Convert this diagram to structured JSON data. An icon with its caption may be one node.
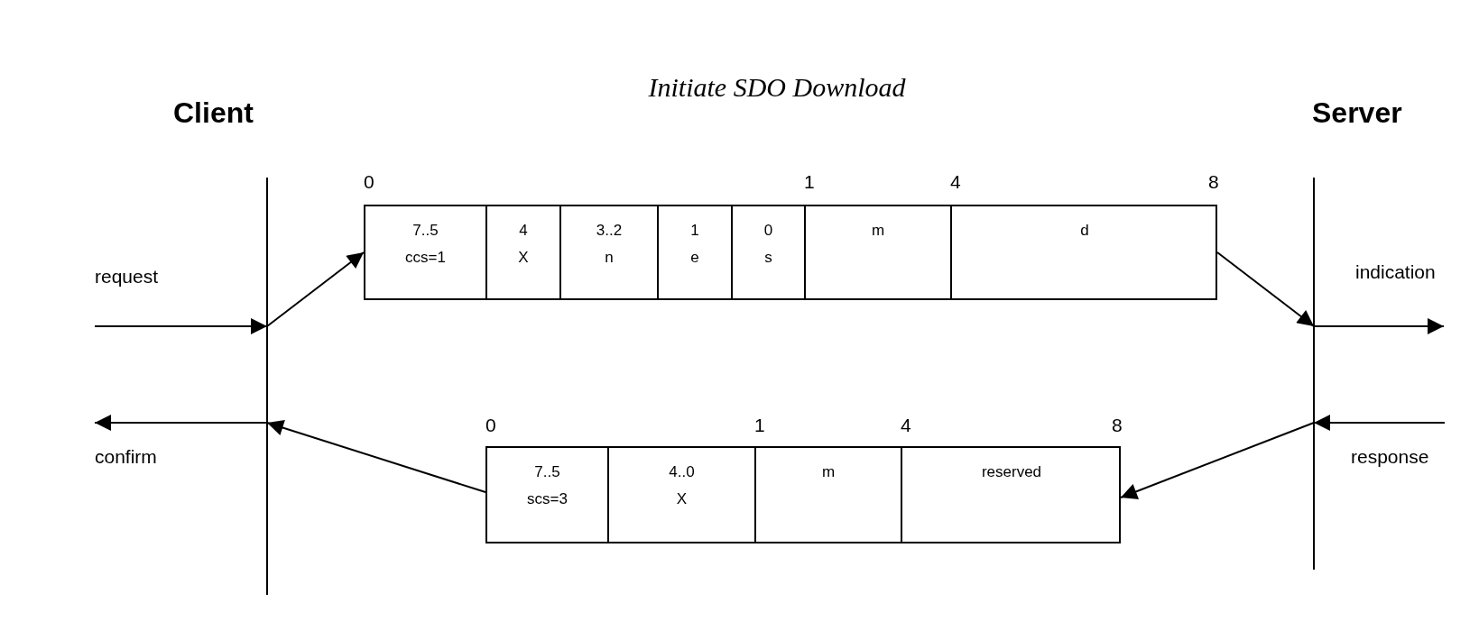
{
  "diagram": {
    "title": "Initiate SDO Download",
    "nodes": [
      {
        "text": [
          "Client"
        ]
      },
      {
        "text": [
          "Server"
        ]
      },
      {
        "text": [],
        "shape": "box"
      },
      {
        "text": [
          "7..5",
          "ccs=1"
        ],
        "in": 2
      },
      {
        "text": [
          "4",
          "X"
        ],
        "in": 2
      },
      {
        "text": [
          "3..2",
          "n"
        ],
        "in": 2
      },
      {
        "text": [
          "1",
          "e"
        ],
        "in": 2
      },
      {
        "text": [
          "0",
          "s"
        ],
        "in": 2
      },
      {
        "text": [
          "m"
        ],
        "in": 2
      },
      {
        "text": [
          "d"
        ],
        "in": 2
      },
      {
        "text": [],
        "shape": "box"
      },
      {
        "text": [
          "7..5",
          "scs=3"
        ],
        "in": 10
      },
      {
        "text": [
          "4..0",
          "X"
        ],
        "in": 10
      },
      {
        "text": [
          "m"
        ],
        "in": 10
      },
      {
        "text": [
          "reserved"
        ],
        "in": 10
      }
    ],
    "edges": [
      {
        "from": null,
        "to": 0,
        "arrow": "to",
        "label": "request"
      },
      {
        "from": 0,
        "to": 2,
        "arrow": "to"
      },
      {
        "from": 2,
        "to": 1,
        "arrow": "to"
      },
      {
        "from": 1,
        "to": null,
        "arrow": "to",
        "label": "indication"
      },
      {
        "from": null,
        "to": 1,
        "arrow": "to",
        "label": "response"
      },
      {
        "from": 1,
        "to": 10,
        "arrow": "to"
      },
      {
        "from": 10,
        "to": 0,
        "arrow": "to"
      },
      {
        "from": 0,
        "to": null,
        "arrow": "to",
        "label": "confirm"
      }
    ],
    "labels": [
      "0",
      "1",
      "4",
      "8",
      "0",
      "1",
      "4",
      "8"
    ]
  }
}
